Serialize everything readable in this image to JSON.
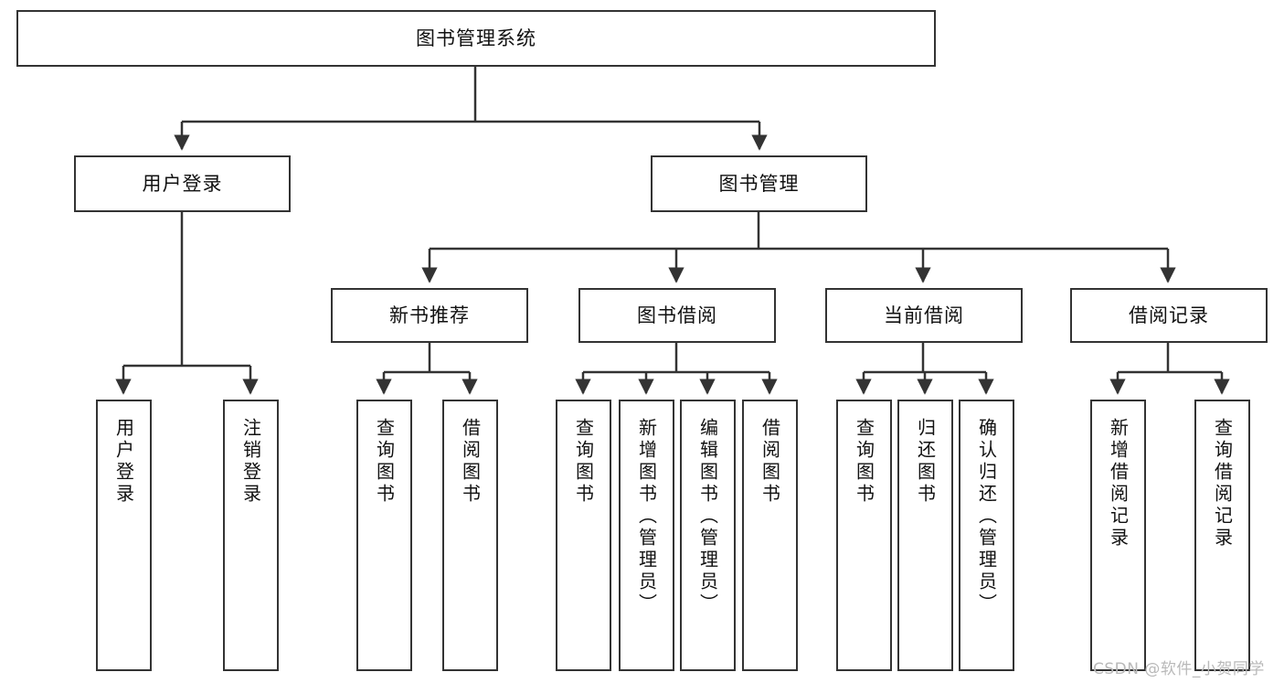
{
  "diagram": {
    "title": "图书管理系统",
    "type": "tree",
    "watermark": "CSDN @软件_小贺同学",
    "colors": {
      "node_border": "#333333",
      "node_fill": "#ffffff",
      "edge": "#333333",
      "text": "#111111",
      "watermark": "#b9b9b9",
      "background": "#ffffff"
    },
    "levels": {
      "root": {
        "label": "图书管理系统"
      },
      "level2": [
        {
          "id": "user-login",
          "label": "用户登录"
        },
        {
          "id": "book-manage",
          "label": "图书管理"
        }
      ],
      "level3": [
        {
          "id": "new-book-rec",
          "label": "新书推荐",
          "parent": "book-manage"
        },
        {
          "id": "book-borrow",
          "label": "图书借阅",
          "parent": "book-manage"
        },
        {
          "id": "current-borrow",
          "label": "当前借阅",
          "parent": "book-manage"
        },
        {
          "id": "borrow-record",
          "label": "借阅记录",
          "parent": "book-manage"
        }
      ],
      "leaves": [
        {
          "id": "leaf-user-login",
          "label": "用户登录",
          "parent": "user-login"
        },
        {
          "id": "leaf-logout",
          "label": "注销登录",
          "parent": "user-login"
        },
        {
          "id": "leaf-query-book-1",
          "label": "查询图书",
          "parent": "new-book-rec"
        },
        {
          "id": "leaf-borrow-book-1",
          "label": "借阅图书",
          "parent": "new-book-rec"
        },
        {
          "id": "leaf-query-book-2",
          "label": "查询图书",
          "parent": "book-borrow"
        },
        {
          "id": "leaf-add-book",
          "label": "新增图书（管理员）",
          "parent": "book-borrow"
        },
        {
          "id": "leaf-edit-book",
          "label": "编辑图书（管理员）",
          "parent": "book-borrow"
        },
        {
          "id": "leaf-borrow-book-2",
          "label": "借阅图书",
          "parent": "book-borrow"
        },
        {
          "id": "leaf-query-book-3",
          "label": "查询图书",
          "parent": "current-borrow"
        },
        {
          "id": "leaf-return-book",
          "label": "归还图书",
          "parent": "current-borrow"
        },
        {
          "id": "leaf-confirm-return",
          "label": "确认归还（管理员）",
          "parent": "current-borrow"
        },
        {
          "id": "leaf-add-record",
          "label": "新增借阅记录",
          "parent": "borrow-record"
        },
        {
          "id": "leaf-query-record",
          "label": "查询借阅记录",
          "parent": "borrow-record"
        }
      ]
    }
  }
}
